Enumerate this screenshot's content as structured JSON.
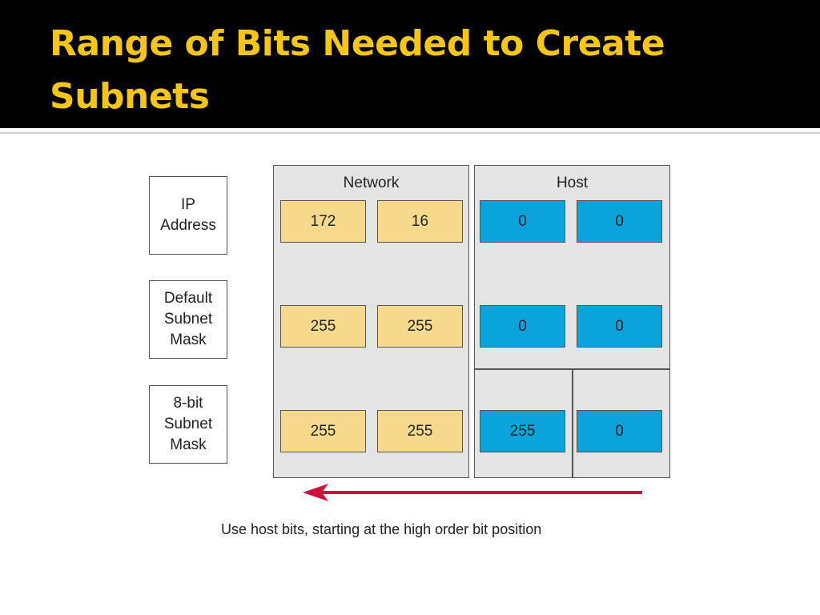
{
  "slide": {
    "title": "Range of Bits Needed to Create Subnets",
    "title_color": "#f5c518"
  },
  "row_labels": [
    "IP\nAddress",
    "Default\nSubnet\nMask",
    "8-bit\nSubnet\nMask"
  ],
  "panels": {
    "network": "Network",
    "host": "Host"
  },
  "rows": [
    {
      "network": [
        "172",
        "16"
      ],
      "host": [
        "0",
        "0"
      ]
    },
    {
      "network": [
        "255",
        "255"
      ],
      "host": [
        "0",
        "0"
      ]
    },
    {
      "network": [
        "255",
        "255"
      ],
      "host": [
        "255",
        "0"
      ]
    }
  ],
  "colors": {
    "network_octet": "#f6d98a",
    "host_octet": "#0ba3dc",
    "arrow": "#d0103a"
  },
  "caption": "Use host bits, starting at the high order bit position"
}
